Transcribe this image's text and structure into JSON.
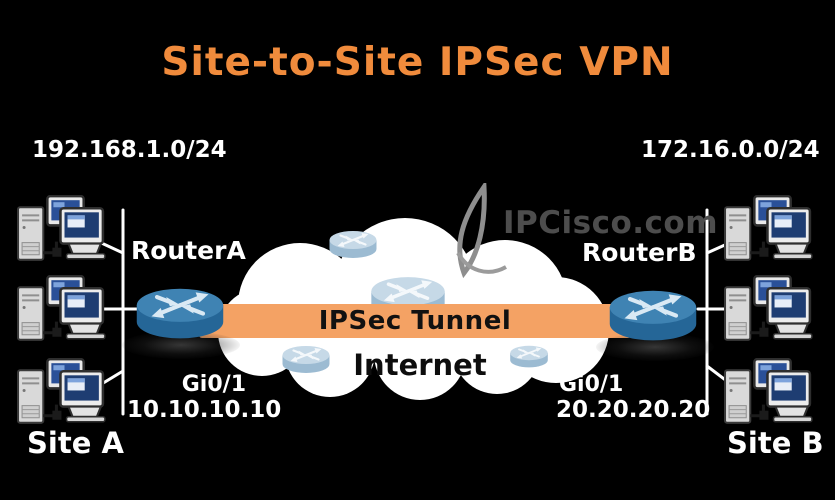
{
  "title": "Site-to-Site IPSec VPN",
  "watermark": "IPCisco.com",
  "tunnel": {
    "label": "IPSec Tunnel"
  },
  "cloud": {
    "label": "Internet"
  },
  "left": {
    "subnet": "192.168.1.0/24",
    "router": "RouterA",
    "interface": "Gi0/1",
    "ip": "10.10.10.10",
    "site": "Site A",
    "host_groups": 3
  },
  "right": {
    "subnet": "172.16.0.0/24",
    "router": "RouterB",
    "interface": "Gi0/1",
    "ip": "20.20.20.20",
    "site": "Site B",
    "host_groups": 3
  },
  "colors": {
    "background": "#000000",
    "title_orange": "#F08B3C",
    "tunnel_orange": "#F4A264",
    "router_blue": "#2E76A6",
    "cloud_router_blue": "#A9C6DB",
    "cloud_white": "#FFFFFF",
    "text_white": "#FFFFFF",
    "watermark_gray": "#4D4D4D",
    "label_black": "#111111"
  },
  "icons": {
    "router": "router-icon",
    "workstation": "workstation-icon",
    "cloud": "cloud-shape",
    "leaf": "leaf-watermark-icon"
  }
}
